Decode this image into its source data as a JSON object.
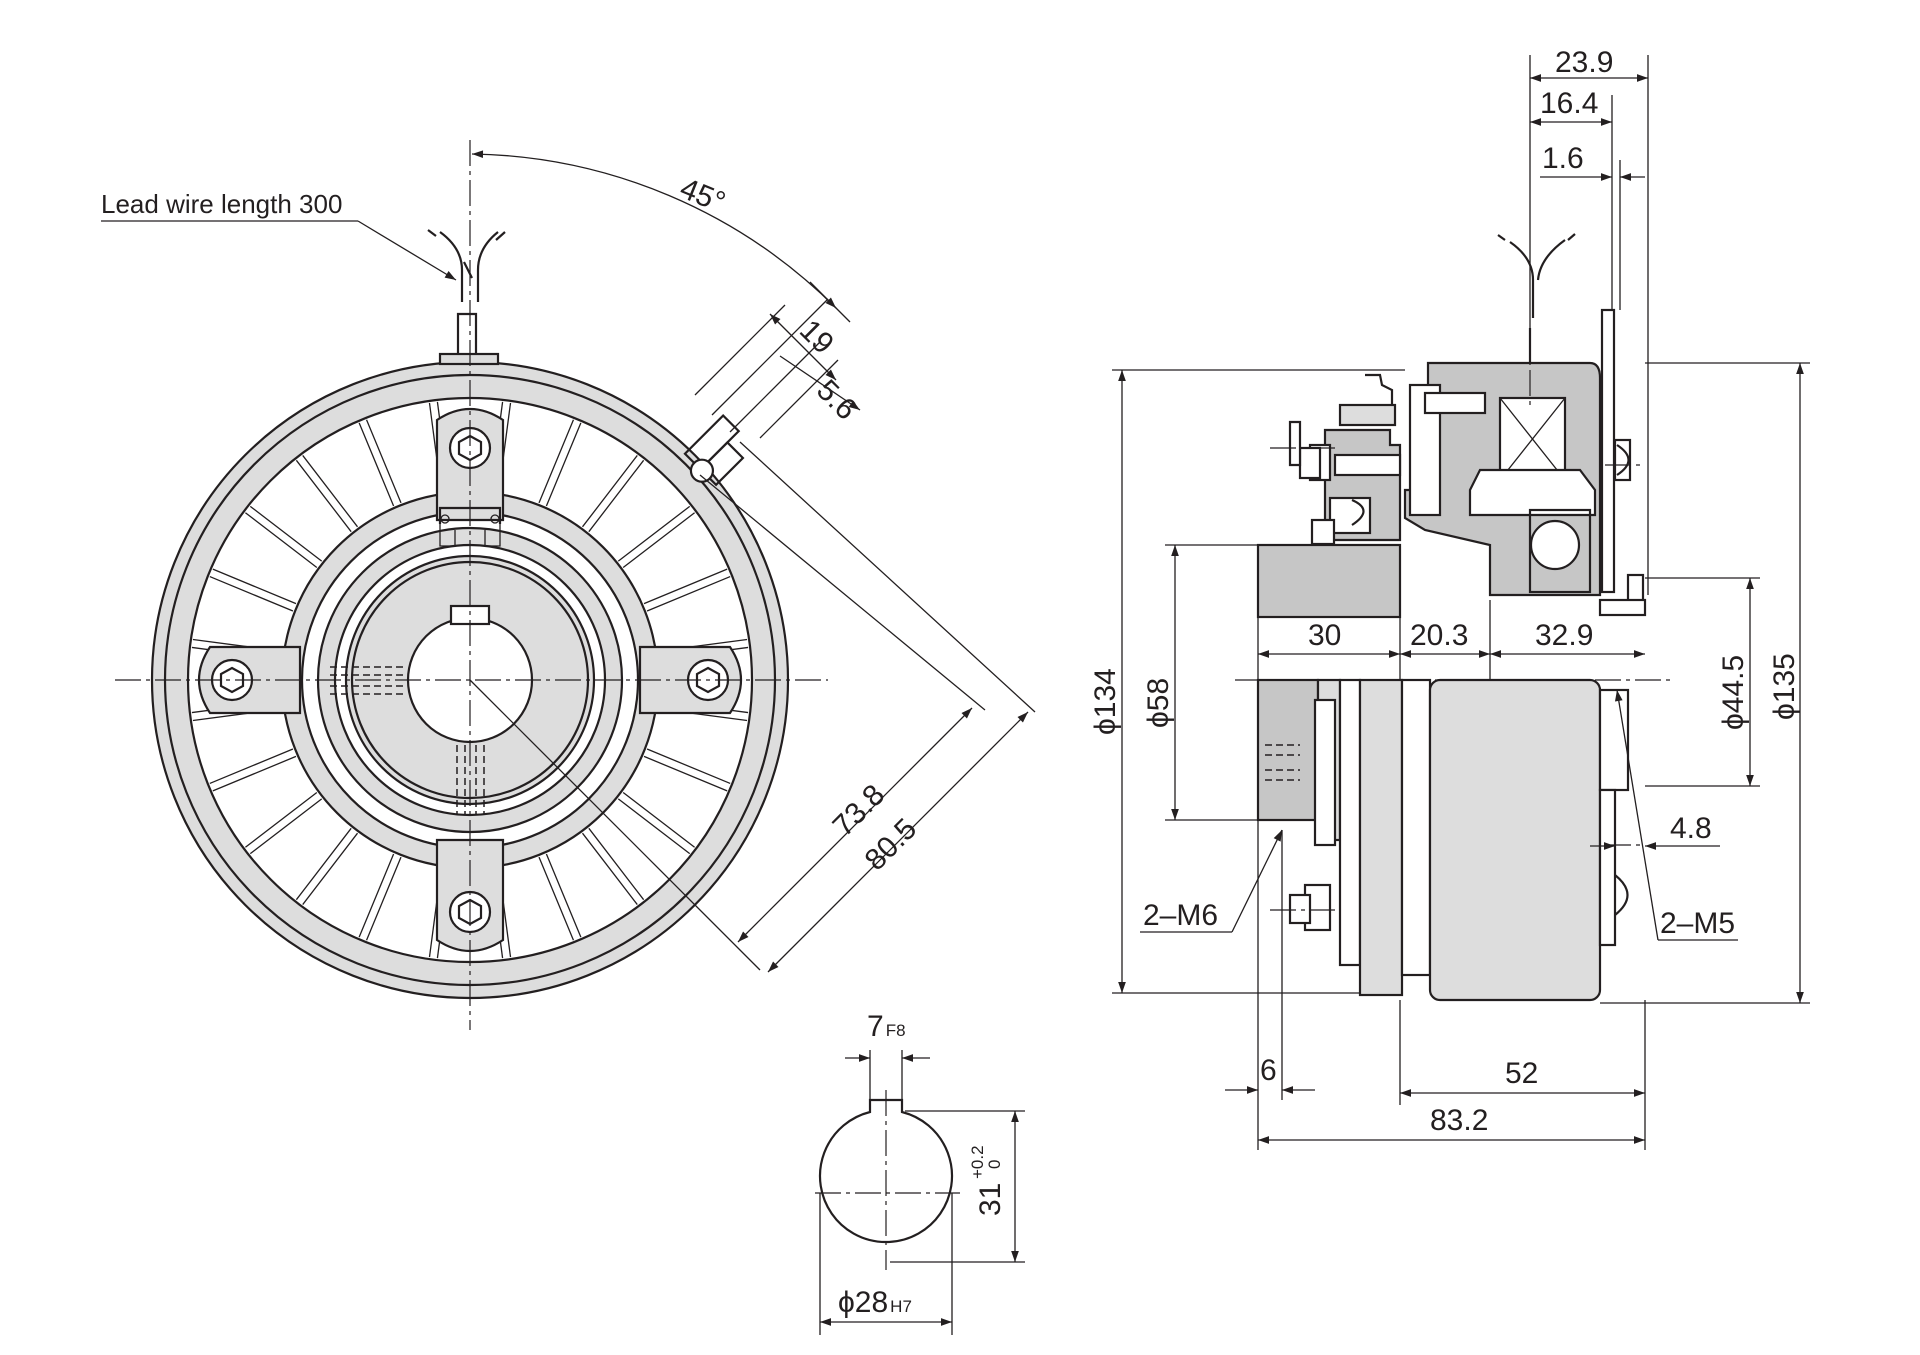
{
  "front_view": {
    "lead_wire_note": "Lead wire length 300",
    "angle": "45°",
    "dim_19": "19",
    "dim_5_6": "5.6",
    "dim_73_8": "73.8",
    "dim_80_5": "80.5"
  },
  "side_view": {
    "dim_23_9": "23.9",
    "dim_16_4": "16.4",
    "dim_1_6": "1.6",
    "dim_30": "30",
    "dim_20_3": "20.3",
    "dim_32_9": "32.9",
    "dia_134": "ϕ134",
    "dia_58": "ϕ58",
    "dia_44_5": "ϕ44.5",
    "dia_135": "ϕ135",
    "dim_4_8": "4.8",
    "thread_m6": "2–M6",
    "thread_m5": "2–M5",
    "dim_6": "6",
    "dim_52": "52",
    "dim_83_2": "83.2"
  },
  "keyway_detail": {
    "key_width": "7",
    "key_width_tol": "F8",
    "key_depth": "31",
    "key_depth_tol_upper": "+0.2",
    "key_depth_tol_lower": "0",
    "bore_dia": "ϕ28",
    "bore_tol": "H7"
  }
}
